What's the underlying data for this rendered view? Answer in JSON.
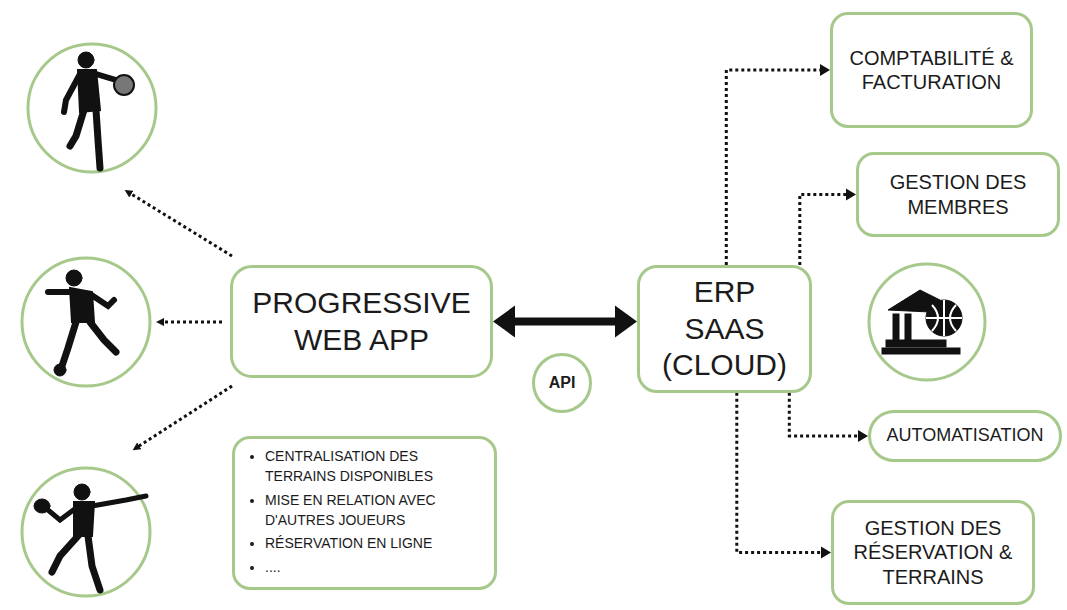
{
  "diagram": {
    "nodes": [
      {
        "text": [
          "PROGRESSIVE WEB APP"
        ]
      },
      {
        "text": [
          "CENTRALISATION DES TERRAINS DISPONIBLES",
          "MISE EN RELATION AVEC D'AUTRES JOUEURS",
          "RÉSERVATION EN LIGNE",
          "...."
        ]
      },
      {
        "text": [
          "API"
        ]
      },
      {
        "text": [
          "ERP SAAS (CLOUD)"
        ]
      },
      {
        "text": [
          "COMPTABILITÉ & FACTURATION"
        ]
      },
      {
        "text": [
          "GESTION DES MEMBRES"
        ]
      },
      {
        "text": [
          "AUTOMATISATION"
        ]
      },
      {
        "text": [
          "GESTION DES RÉSERVATION & TERRAINS"
        ]
      }
    ],
    "edges": [
      {
        "from": 0,
        "to": 3,
        "arrow": "both"
      },
      {
        "from": 3,
        "to": 4,
        "arrow": "to"
      },
      {
        "from": 3,
        "to": 5,
        "arrow": "to"
      },
      {
        "from": 3,
        "to": 6,
        "arrow": "to"
      },
      {
        "from": 3,
        "to": 7,
        "arrow": "to"
      }
    ]
  }
}
